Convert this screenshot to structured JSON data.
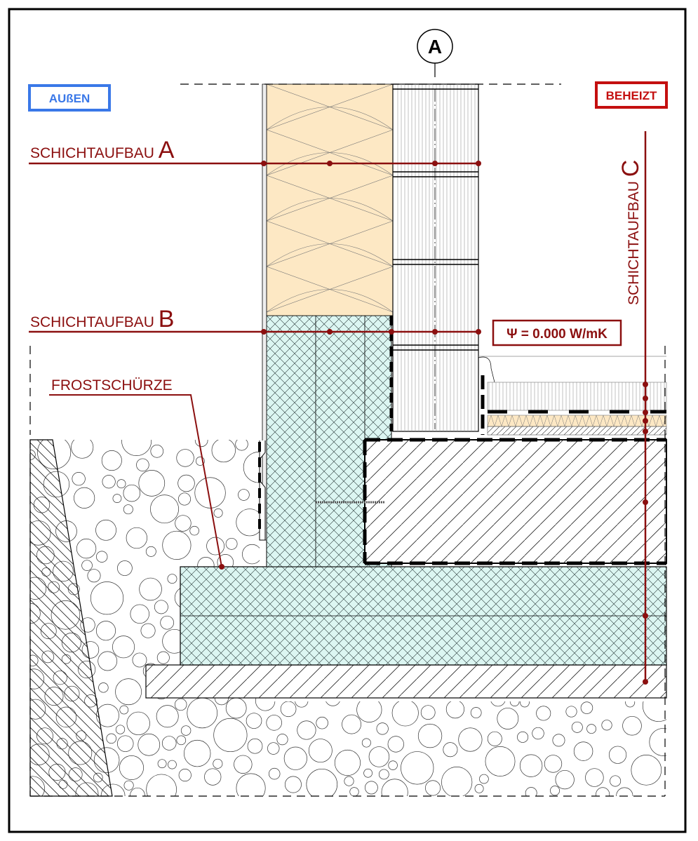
{
  "labels": {
    "outside": "AUßEN",
    "heated": "BEHEIZT",
    "axis": "A",
    "layer_prefix": "SCHICHTAUFBAU",
    "layer_a": "A",
    "layer_b": "B",
    "layer_c": "C",
    "frost_skirt": "FROSTSCHÜRZE",
    "psi_value": "Ψ = 0.000 W/mK"
  },
  "colors": {
    "outside": "#3a78e8",
    "heated": "#c40f0f",
    "annotation": "#8b0f0f",
    "mineral_wool": "#fde8c4",
    "xps": "#dcf6f2"
  }
}
